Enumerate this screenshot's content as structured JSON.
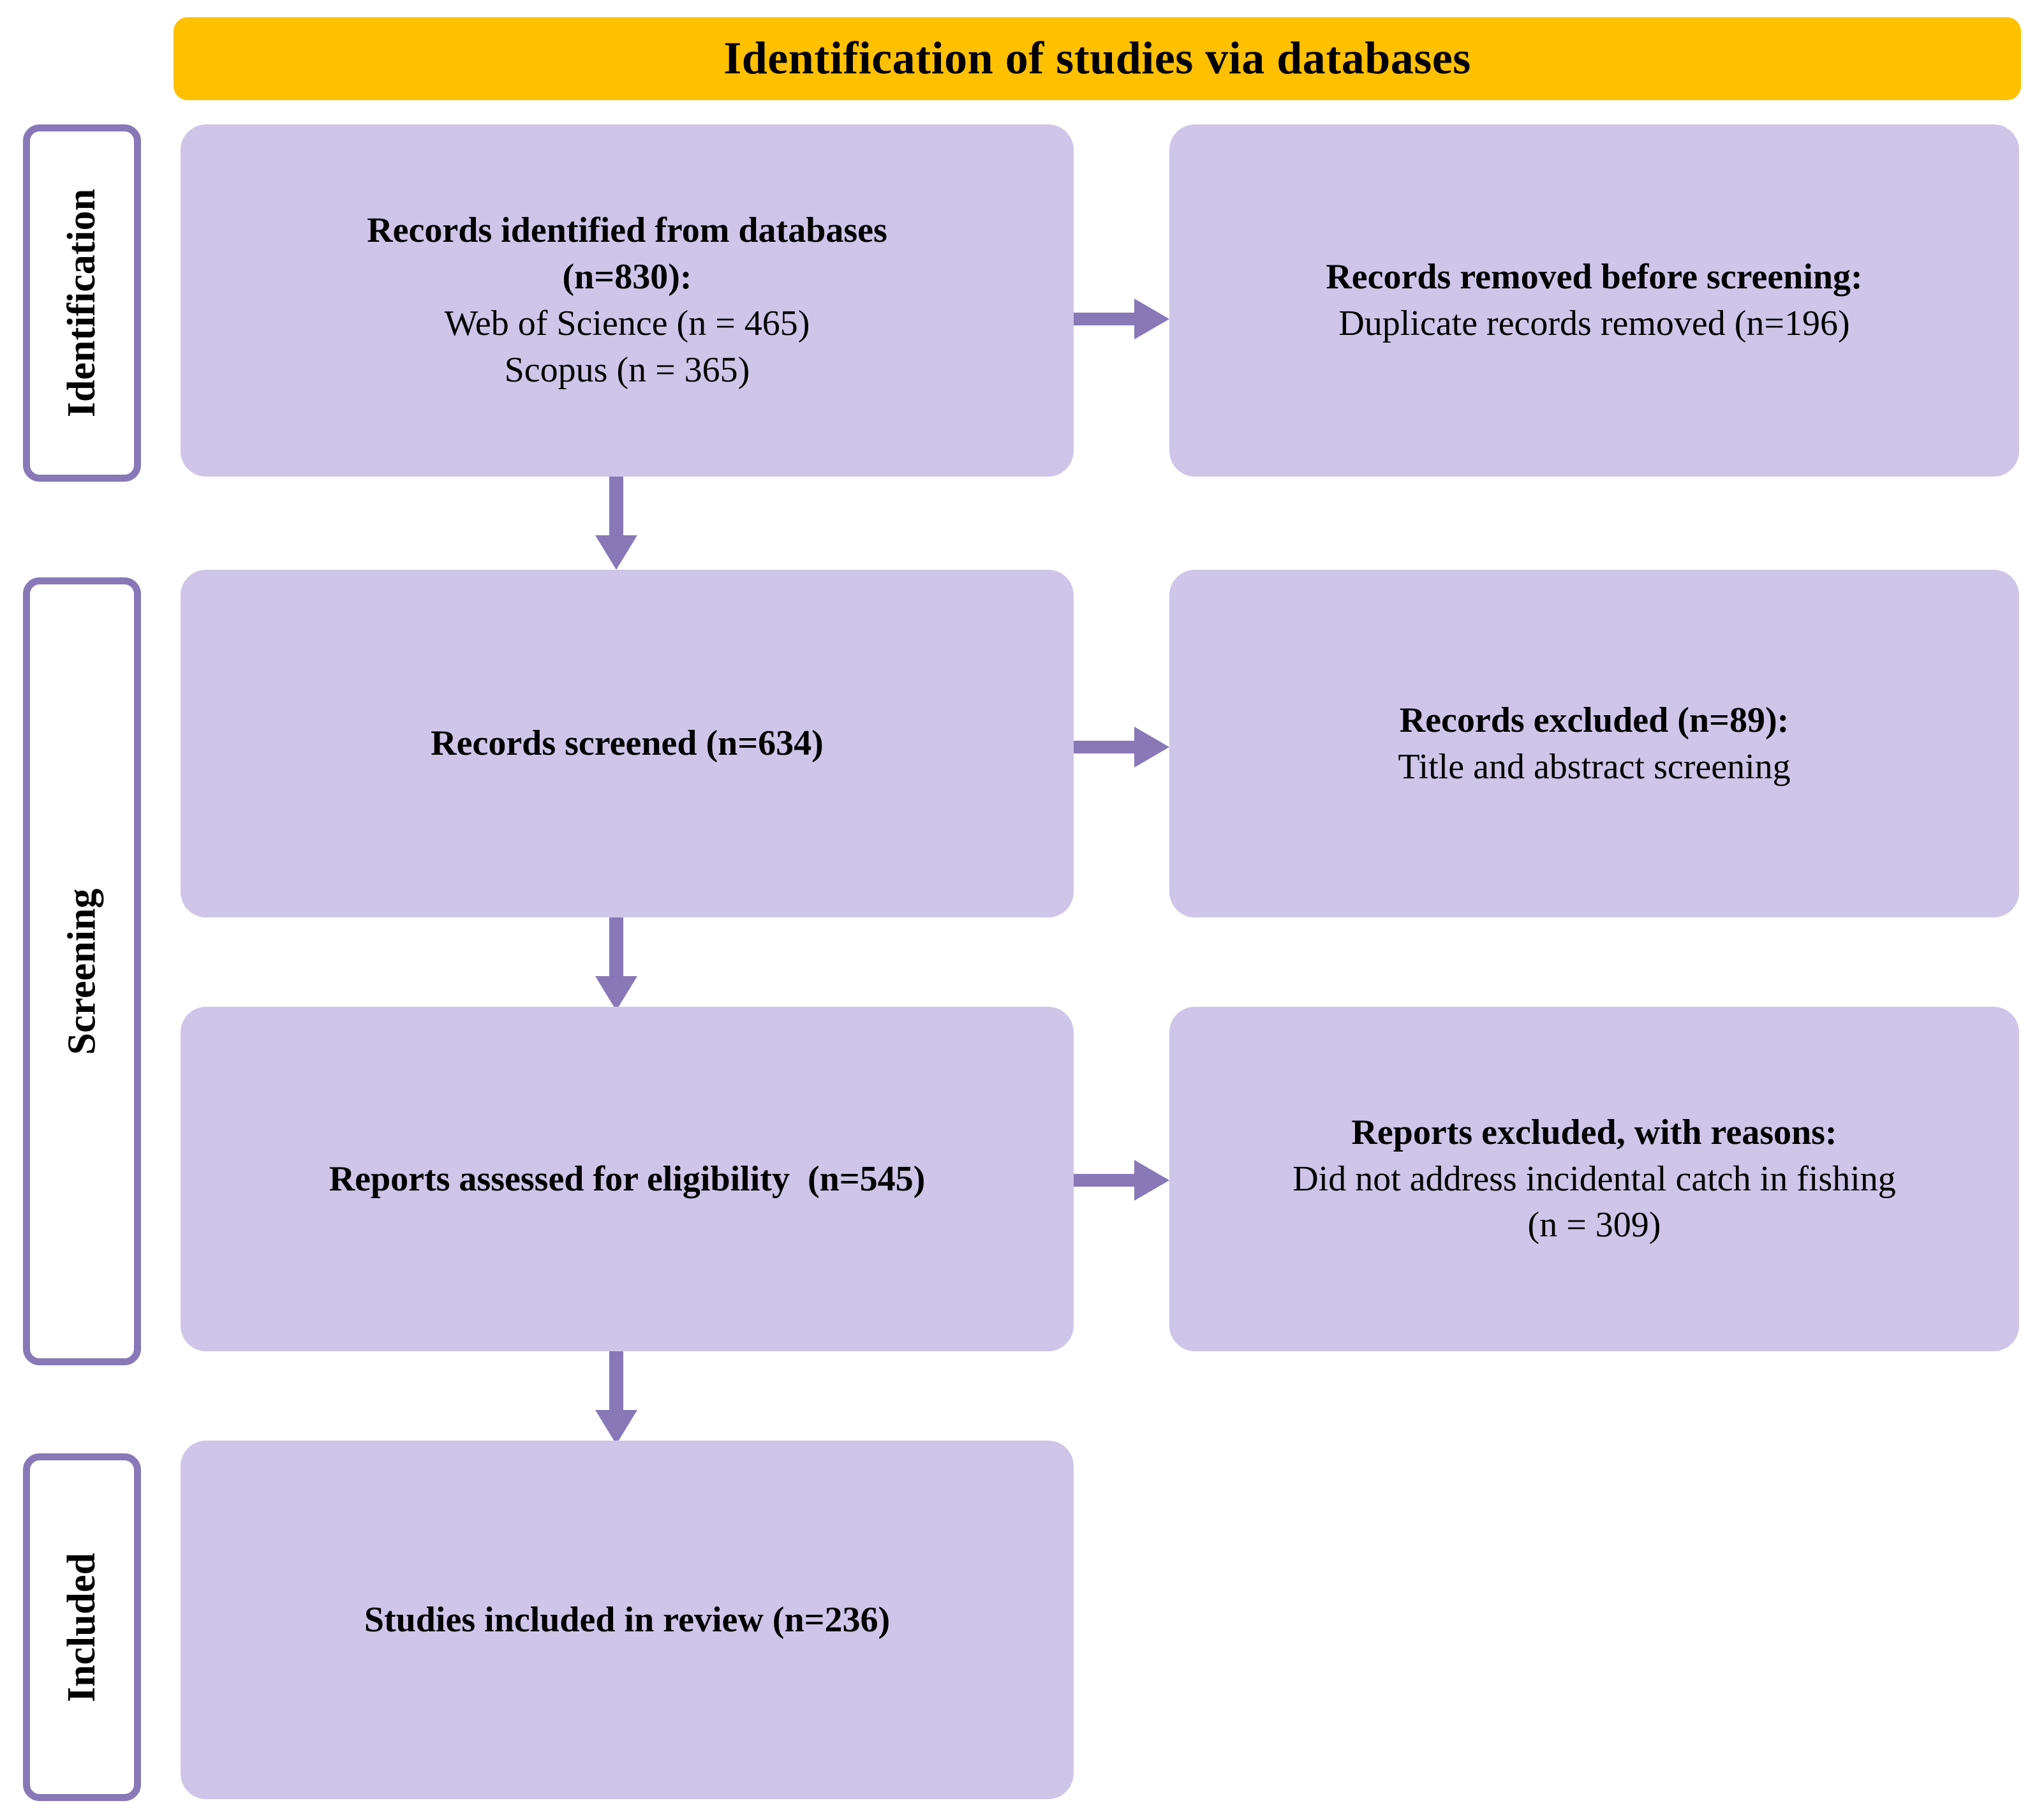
{
  "header": {
    "title": "Identification of studies via databases",
    "background_color": "#FFC000",
    "text_color": "#000000"
  },
  "colors": {
    "box_fill": "#CEC5E8",
    "accent_purple": "#8878B8",
    "arrow": "#8878B8",
    "page_background": "#FFFFFF"
  },
  "stages": [
    {
      "label": "Identification"
    },
    {
      "label": "Screening"
    },
    {
      "label": "Included"
    }
  ],
  "boxes": {
    "identified": {
      "lines": [
        {
          "text": "Records identified from databases",
          "bold": true
        },
        {
          "text": "(n=830):",
          "bold": true
        },
        {
          "text": "Web of Science (n = 465)",
          "bold": false
        },
        {
          "text": "Scopus (n = 365)",
          "bold": false
        }
      ]
    },
    "removed": {
      "lines": [
        {
          "text": "Records removed before screening:",
          "bold": true
        },
        {
          "text": "Duplicate records removed (n=196)",
          "bold": false
        }
      ]
    },
    "screened": {
      "lines": [
        {
          "text": "Records screened (n=634)",
          "bold": true
        }
      ]
    },
    "excluded_screening": {
      "lines": [
        {
          "text": "Records excluded (n=89):",
          "bold": true
        },
        {
          "text": "Title and abstract screening",
          "bold": false
        }
      ]
    },
    "eligibility": {
      "lines": [
        {
          "text": "Reports assessed for eligibility  (n=545)",
          "bold": true
        }
      ]
    },
    "excluded_reasons": {
      "lines": [
        {
          "text": "Reports excluded, with reasons:",
          "bold": true
        },
        {
          "text": "Did not address incidental catch in fishing",
          "bold": false
        },
        {
          "text": "(n = 309)",
          "bold": false
        }
      ]
    },
    "included": {
      "lines": [
        {
          "text": "Studies included in review (n=236)",
          "bold": true
        }
      ]
    }
  },
  "counts": {
    "records_identified_total": 830,
    "web_of_science": 465,
    "scopus": 365,
    "duplicates_removed": 196,
    "records_screened": 634,
    "records_excluded_screening": 89,
    "reports_assessed": 545,
    "reports_excluded_reasons": 309,
    "studies_included": 236
  },
  "arrows": [
    {
      "name": "identified-to-removed",
      "direction": "right"
    },
    {
      "name": "identified-to-screened",
      "direction": "down"
    },
    {
      "name": "screened-to-excluded",
      "direction": "right"
    },
    {
      "name": "screened-to-eligibility",
      "direction": "down"
    },
    {
      "name": "eligibility-to-excluded-reasons",
      "direction": "right"
    },
    {
      "name": "eligibility-to-included",
      "direction": "down"
    }
  ]
}
